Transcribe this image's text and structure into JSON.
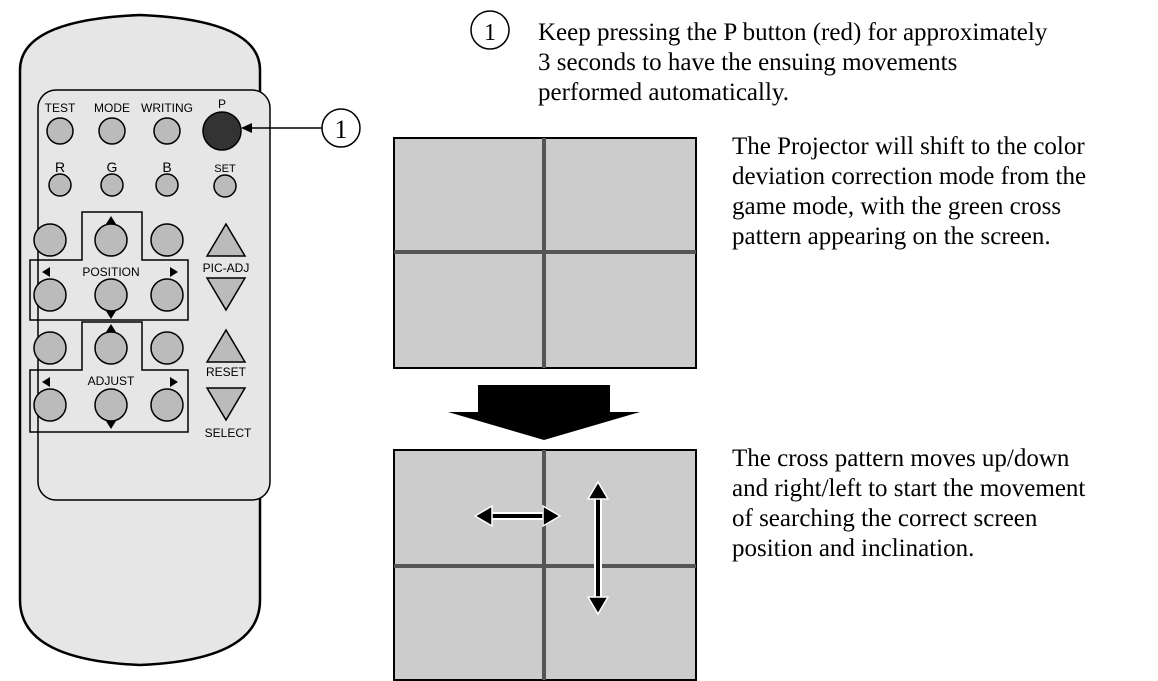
{
  "step": {
    "number": "1",
    "instruction": "Keep pressing the P button (red) for approximately 3 seconds to have the ensuing movements performed automatically.",
    "line1": "Keep pressing the P button (red) for approximately",
    "line2": "3 seconds to have the ensuing movements",
    "line3": "performed automatically."
  },
  "remote": {
    "callout_number": "1",
    "labels": {
      "test": "TEST",
      "mode": "MODE",
      "writing": "WRITING",
      "p": "P",
      "r": "R",
      "g": "G",
      "b": "B",
      "set": "SET",
      "position": "POSITION",
      "pic_adj": "PIC-ADJ",
      "adjust": "ADJUST",
      "reset": "RESET",
      "select": "SELECT"
    },
    "p_button_color": "#333333"
  },
  "description_top": {
    "line1": "The Projector will shift to the color",
    "line2": "deviation correction mode from the",
    "line3": "game mode, with the green cross",
    "line4": "pattern appearing on the screen."
  },
  "description_bottom": {
    "line1": "The cross pattern moves up/down",
    "line2": "and right/left to start the movement",
    "line3": "of searching the correct screen",
    "line4": "position and inclination."
  },
  "colors": {
    "screen_fill": "#cccccc",
    "cross_line": "#555555",
    "remote_body": "#e6e6e6"
  }
}
